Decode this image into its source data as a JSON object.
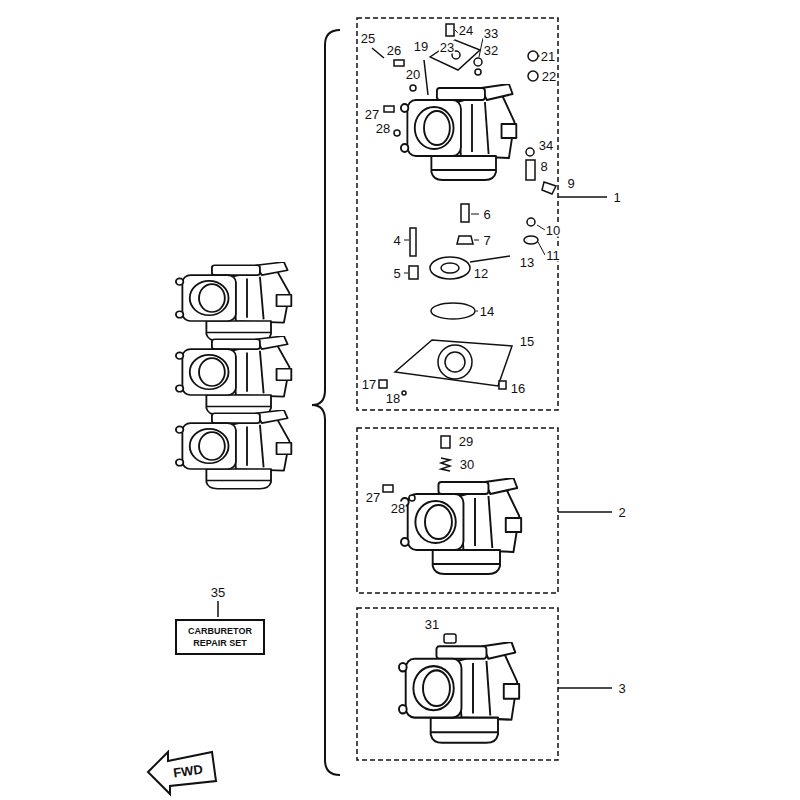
{
  "diagram": {
    "nodes": [
      {
        "text": [
          "CARBURETOR REPAIR SET"
        ]
      }
    ],
    "labels": [
      "25",
      "26",
      "19",
      "24",
      "23",
      "33",
      "32",
      "21",
      "22",
      "20",
      "27",
      "28",
      "34",
      "8",
      "9",
      "10",
      "11",
      "6",
      "7",
      "4",
      "5",
      "12",
      "13",
      "14",
      "15",
      "17",
      "18",
      "16",
      "1",
      "29",
      "30",
      "27",
      "28",
      "2",
      "31",
      "3",
      "35",
      "FWD"
    ]
  }
}
